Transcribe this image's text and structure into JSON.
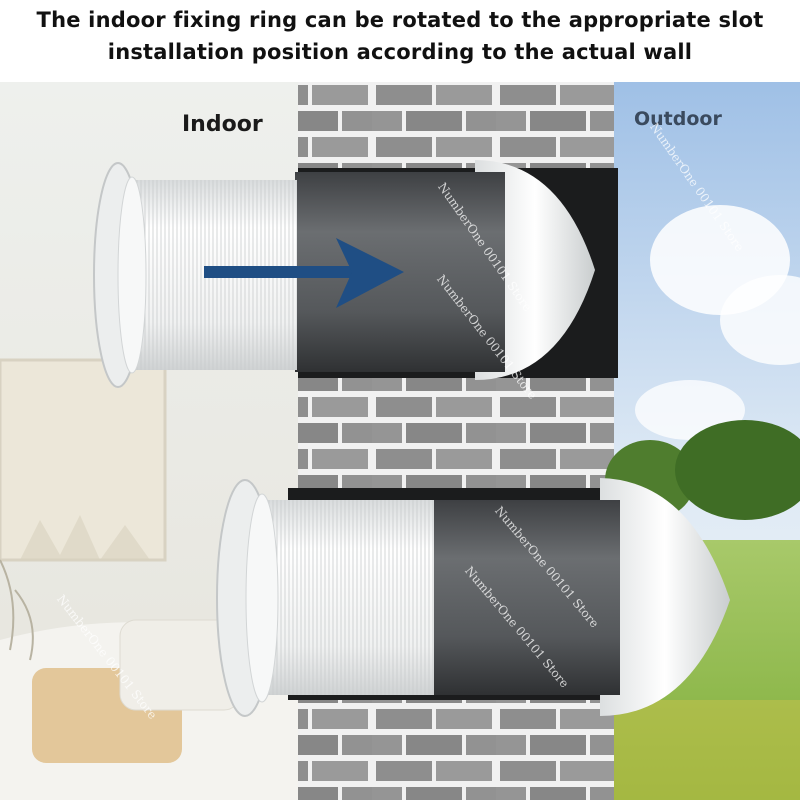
{
  "caption": {
    "line1": "The indoor fixing ring can be rotated to the appropriate slot",
    "line2": "installation position according to the actual wall"
  },
  "labels": {
    "indoor": "Indoor",
    "outdoor": "Outdoor"
  },
  "watermarks": [
    "NumberOne 00101 Store",
    "NumberOne 00101 Store",
    "NumberOne 00101 Store",
    "NumberOne 00101 Store",
    "NumberOne 00101 Store",
    "NumberOne 00101 Store"
  ],
  "colors": {
    "arrow": "#1f4e84",
    "brick": "#8f8f8f",
    "mortar": "#f2f2f2",
    "sky": "#b9d3ec",
    "field": "#9cc45a"
  }
}
